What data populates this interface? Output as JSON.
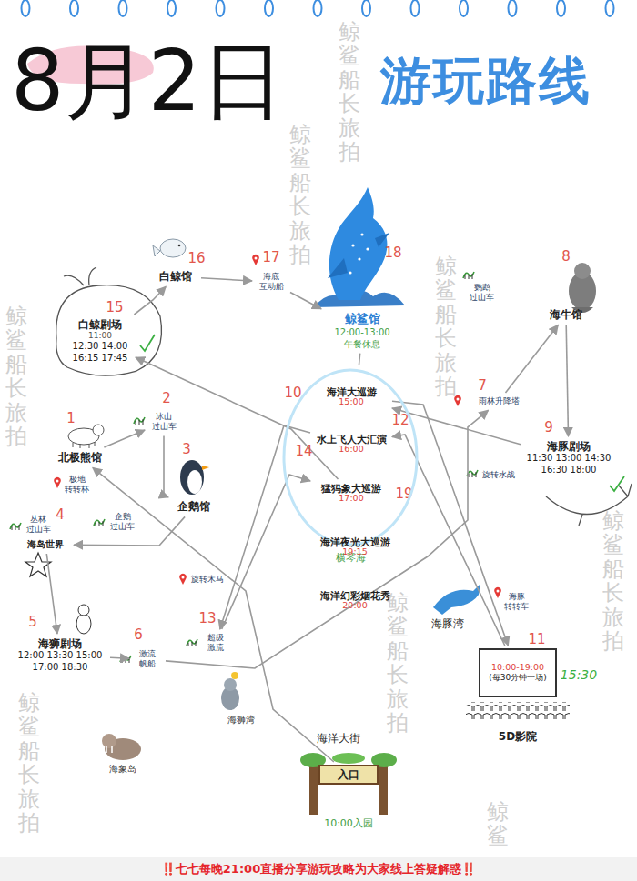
{
  "diagram": {
    "title": "游玩路线",
    "caption": "‼️七七每晚21:00直播分享游玩攻略为大家线上答疑解惑‼️",
    "nodes": [
      {
        "text": [
          "白鲸馆"
        ]
      },
      {
        "text": [
          "海底 互动船"
        ]
      },
      {
        "text": [
          "鲸鲨馆",
          "12:00-13:00",
          "午餐休息"
        ]
      },
      {
        "text": [
          "海牛馆"
        ]
      },
      {
        "text": [
          "白鲸剧场",
          "11:00",
          "12:30 14:00 16:15 17:45"
        ]
      },
      {
        "text": [
          "横琴海"
        ]
      },
      {
        "text": [
          "海洋大巡游",
          "15:00"
        ],
        "in": 5
      },
      {
        "text": [
          "水上飞人大汇演",
          "16:00"
        ],
        "in": 5
      },
      {
        "text": [
          "猛犸象大巡游",
          "17:00"
        ],
        "in": 5
      },
      {
        "text": [
          "海洋夜光大巡游",
          "19:15"
        ],
        "in": 5
      },
      {
        "text": [
          "海洋幻彩烟花秀",
          "20:00"
        ],
        "in": 5
      },
      {
        "text": [
          "雨林升降塔"
        ]
      },
      {
        "text": [
          "北极熊馆"
        ]
      },
      {
        "text": [
          "冰山 过山车"
        ]
      },
      {
        "text": [
          "海豚剧场",
          "11:30 13:00 14:30 16:30 18:00"
        ]
      },
      {
        "text": [
          "企鹅馆"
        ]
      },
      {
        "text": [
          "丛林 过山车"
        ]
      },
      {
        "text": [
          "海岛世界"
        ]
      },
      {
        "text": [
          "海狮剧场",
          "12:00 13:30 15:00 17:00 18:30"
        ]
      },
      {
        "text": [
          "激流 帆船"
        ]
      },
      {
        "text": [
          "超级 激流"
        ]
      },
      {
        "text": [
          "10:00-19:00",
          "(每30分钟一场)",
          "5D影院"
        ]
      },
      {
        "text": [
          "入口",
          "10:00入园"
        ]
      }
    ],
    "edges": [
      {
        "from": 22,
        "to": 12,
        "arrow": "to"
      },
      {
        "from": 12,
        "to": 13,
        "arrow": "to"
      },
      {
        "from": 13,
        "to": 15,
        "arrow": "to"
      },
      {
        "from": 15,
        "to": 17,
        "arrow": "to"
      },
      {
        "from": 17,
        "to": 18,
        "arrow": "to"
      },
      {
        "from": 18,
        "to": 19,
        "arrow": "to"
      },
      {
        "from": 19,
        "to": 11,
        "arrow": "to"
      },
      {
        "from": 11,
        "to": 3,
        "arrow": "to"
      },
      {
        "from": 3,
        "to": 14,
        "arrow": "to"
      },
      {
        "from": 14,
        "to": 6,
        "arrow": "to"
      },
      {
        "from": 6,
        "to": 21,
        "arrow": "to"
      },
      {
        "from": 21,
        "to": 7,
        "arrow": "to"
      },
      {
        "from": 7,
        "to": 20,
        "arrow": "to"
      },
      {
        "from": 20,
        "to": 8,
        "arrow": "to"
      },
      {
        "from": 8,
        "to": 4,
        "arrow": "to"
      },
      {
        "from": 4,
        "to": 0,
        "arrow": "to"
      },
      {
        "from": 0,
        "to": 1,
        "arrow": "to"
      },
      {
        "from": 1,
        "to": 2,
        "arrow": "to"
      },
      {
        "from": 2,
        "to": 5,
        "arrow": "none"
      }
    ],
    "labels": [
      "8月2日",
      "1",
      "2",
      "3",
      "4",
      "5",
      "6",
      "7",
      "8",
      "9",
      "10",
      "11",
      "12",
      "13",
      "14",
      "15",
      "16",
      "17",
      "18",
      "19",
      "鹦鹉 过山车",
      "旋转水战",
      "极地 转转杯",
      "企鹅 过山车",
      "旋转木马",
      "海狮湾",
      "海象岛",
      "海豚湾",
      "海豚 转转车",
      "海洋大街",
      "15:30",
      "鲸鲨船长旅拍",
      "鲸鲨船长旅拍",
      "鲸鲨船长旅拍",
      "鲸鲨船长旅拍",
      "鲸鲨船长旅拍",
      "鲸鲨船长旅拍",
      "鲸鲨船长旅拍",
      "鲸鲨"
    ]
  }
}
